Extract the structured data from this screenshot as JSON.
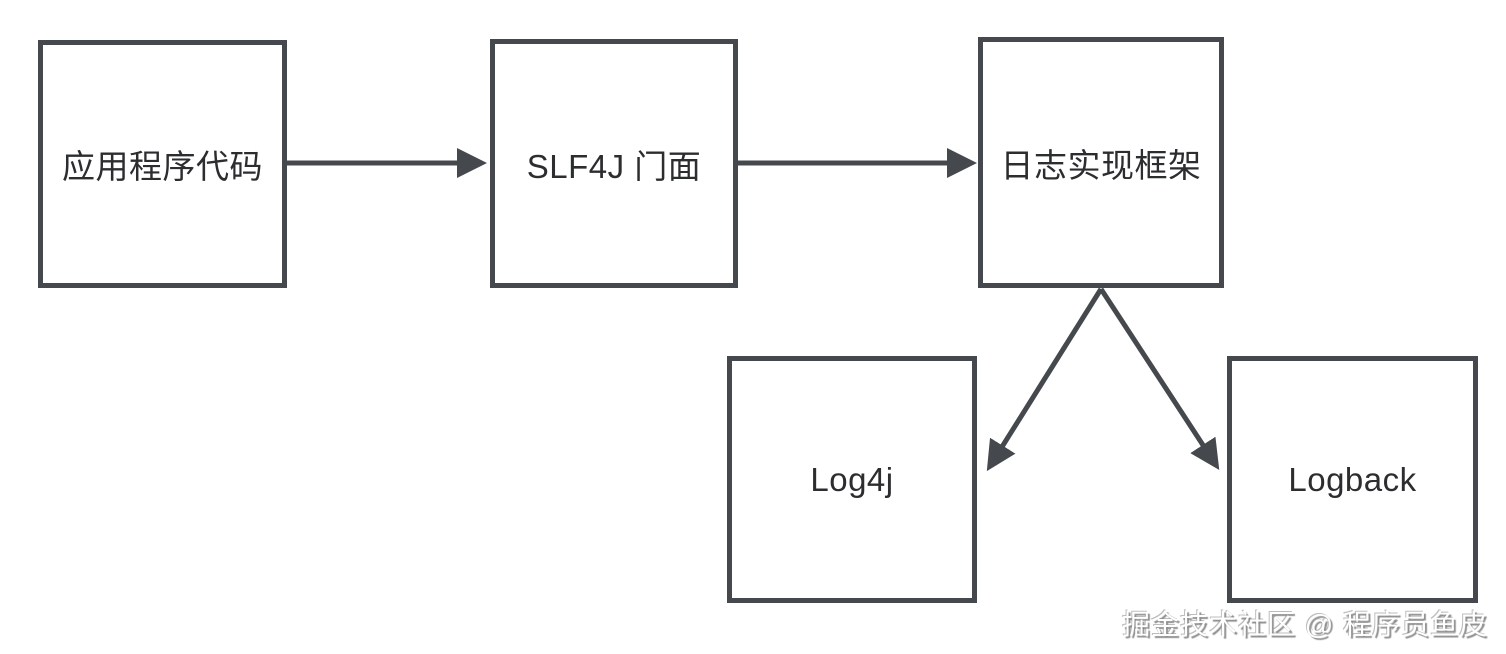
{
  "diagram": {
    "nodes": [
      {
        "id": "app-code",
        "label": "应用程序代码"
      },
      {
        "id": "slf4j-facade",
        "label": "SLF4J 门面"
      },
      {
        "id": "logging-framework",
        "label": "日志实现框架"
      },
      {
        "id": "log4j",
        "label": "Log4j"
      },
      {
        "id": "logback",
        "label": "Logback"
      }
    ],
    "edges": [
      {
        "from": "应用程序代码",
        "to": "SLF4J 门面"
      },
      {
        "from": "SLF4J 门面",
        "to": "日志实现框架"
      },
      {
        "from": "日志实现框架",
        "to": "Log4j"
      },
      {
        "from": "日志实现框架",
        "to": "Logback"
      }
    ],
    "colors": {
      "stroke": "#45494d",
      "text": "#2b2d2f",
      "background": "#ffffff"
    },
    "watermark": "掘金技术社区 @ 程序员鱼皮"
  }
}
